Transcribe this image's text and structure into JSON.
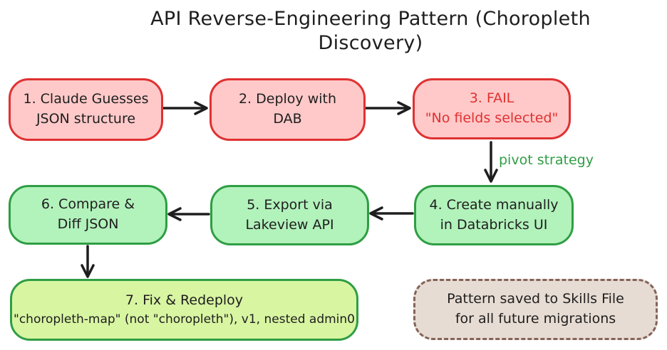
{
  "title": {
    "line1": "API Reverse-Engineering Pattern (Choropleth",
    "line2": "Discovery)"
  },
  "flow": {
    "step1": {
      "line1": "1. Claude Guesses",
      "line2": "JSON structure"
    },
    "step2": {
      "line1": "2. Deploy with",
      "line2": "DAB"
    },
    "step3": {
      "line1": "3. FAIL",
      "line2": "\"No fields selected\""
    },
    "step4": {
      "line1": "4. Create manually",
      "line2": "in Databricks UI"
    },
    "step5": {
      "line1": "5. Export via",
      "line2": "Lakeview API"
    },
    "step6": {
      "line1": "6. Compare &",
      "line2": "Diff JSON"
    },
    "step7": {
      "line1": "7. Fix & Redeploy",
      "line2": "\"choropleth-map\" (not \"choropleth\"), v1, nested admin0"
    }
  },
  "annotations": {
    "pivot_label": "pivot strategy"
  },
  "note": {
    "line1": "Pattern saved to Skills File",
    "line2": "for all future migrations"
  },
  "colors": {
    "ink": "#1e1e1e",
    "red_stroke": "#e03131",
    "red_fill": "#ffc9c9",
    "green_stroke": "#2f9e44",
    "green_fill": "#b2f2bb",
    "lime_fill": "#d8f5a2",
    "tan_stroke": "#846358",
    "tan_fill": "#e7dcd3"
  }
}
